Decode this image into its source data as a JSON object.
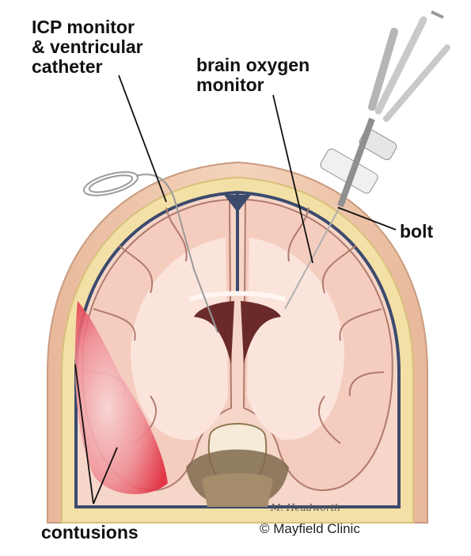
{
  "labels": {
    "icp_line1": "ICP monitor",
    "icp_line2": "& ventricular",
    "icp_line3": "catheter",
    "oxygen_line1": "brain oxygen",
    "oxygen_line2": "monitor",
    "bolt": "bolt",
    "contusions": "contusions"
  },
  "credit": "© Mayfield Clinic",
  "signature": "M. Headworth",
  "colors": {
    "scalp": "#efc7a8",
    "skull": "#f3e0a6",
    "brain": "#f5cdbf",
    "white_matter": "#fbe4dc",
    "dura": "#3c4a6e",
    "contusion": "#e0263a"
  }
}
